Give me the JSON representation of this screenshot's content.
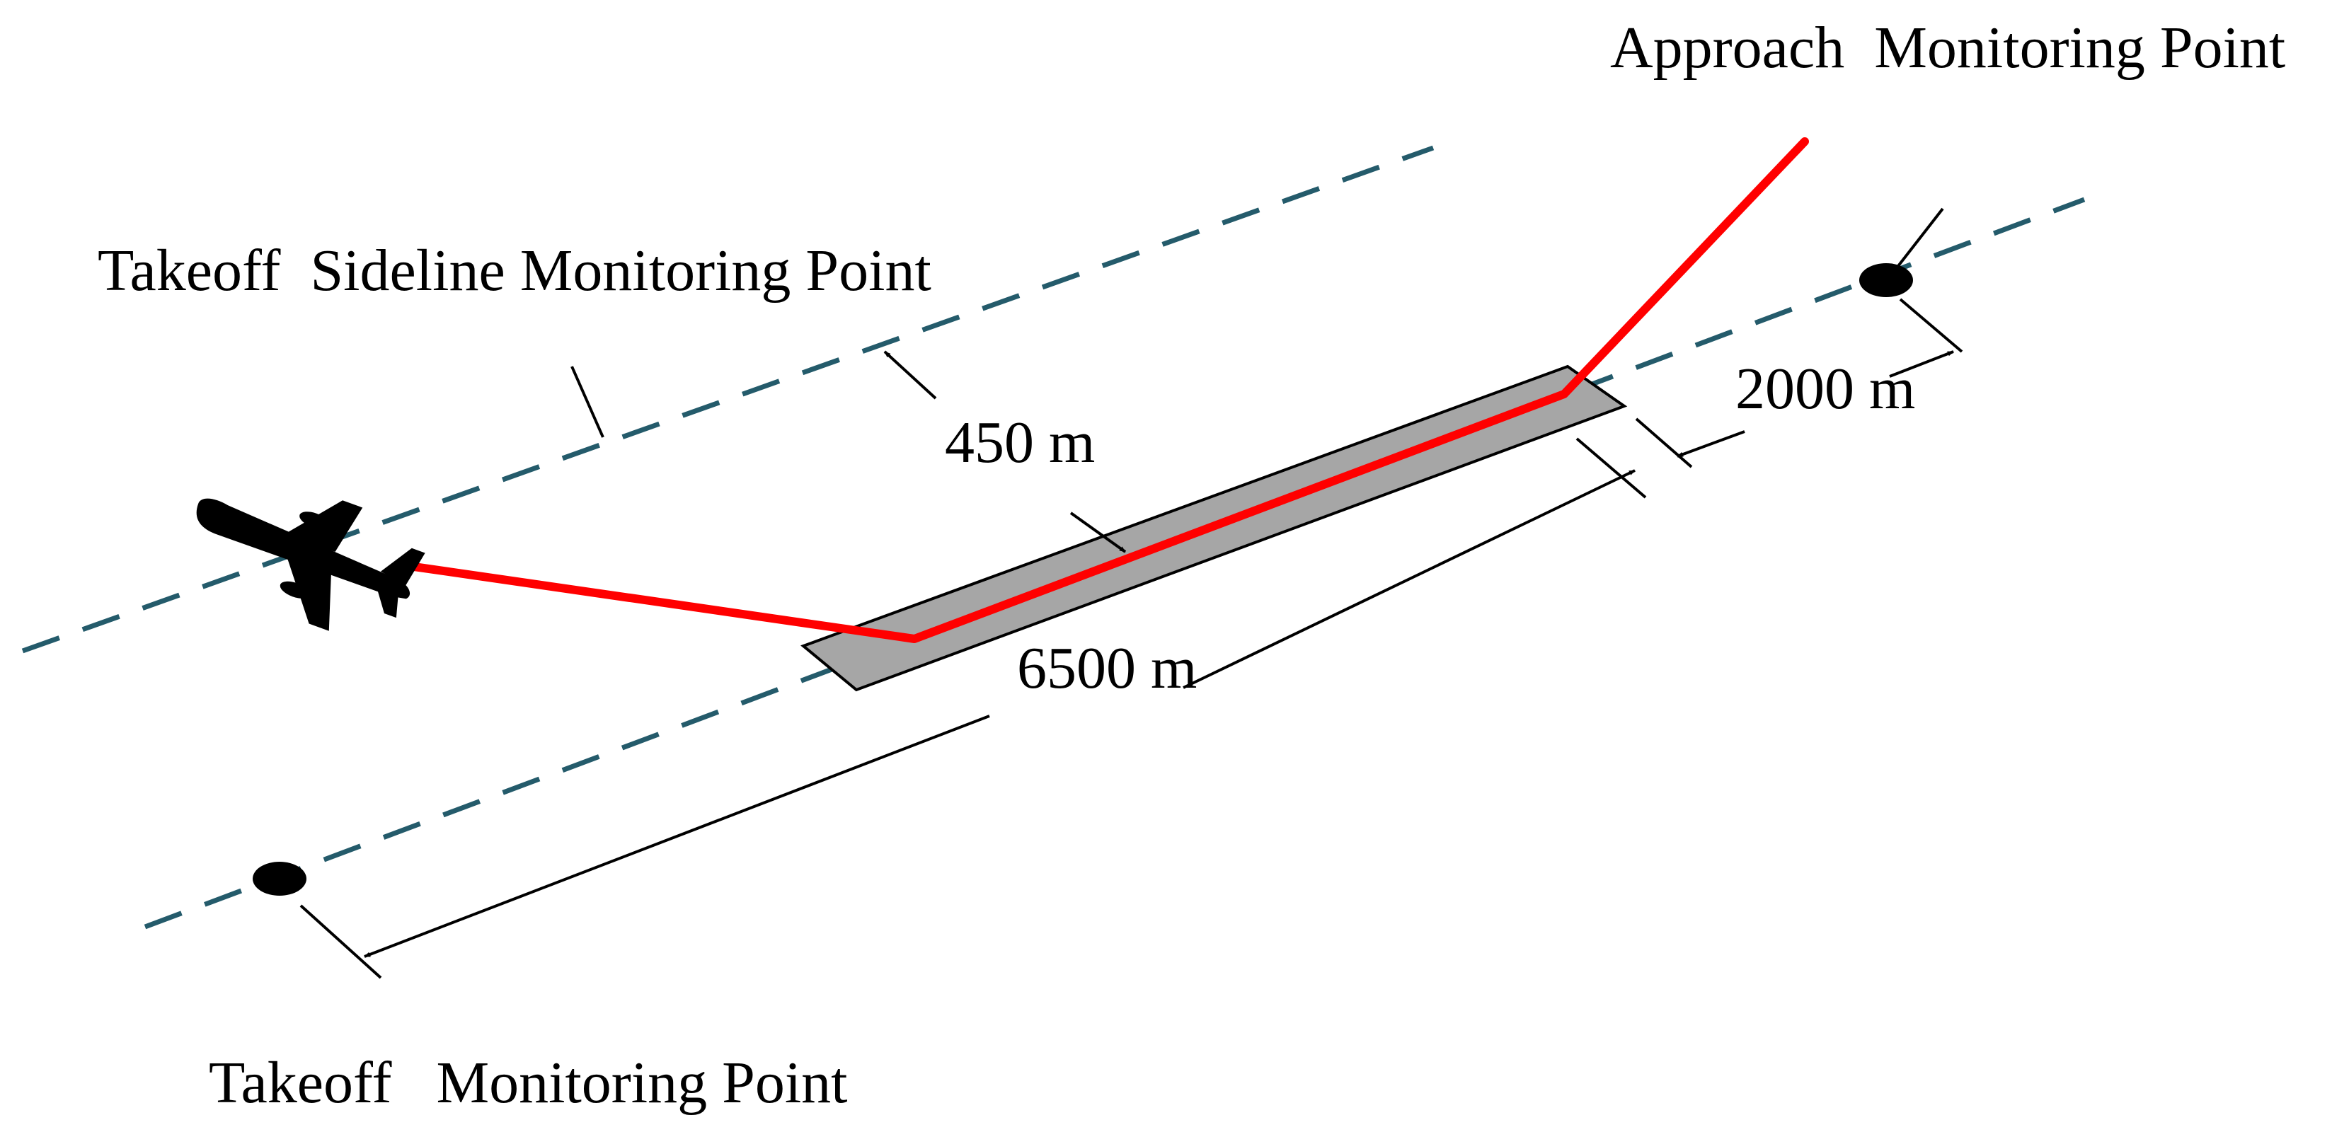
{
  "labels": {
    "approach_point": "Approach  Monitoring Point",
    "sideline_point": "Takeoff  Sideline Monitoring Point",
    "takeoff_point": "Takeoff   Monitoring Point",
    "dim_450": "450 m",
    "dim_2000": "2000 m",
    "dim_6500": "6500 m"
  },
  "colors": {
    "flight_path": "#ff0000",
    "centerline": "#245b6b",
    "runway": "#a6a6a6",
    "ink": "#000000"
  },
  "icons": {
    "aircraft": "airplane-icon",
    "monitoring_point": "filled-ellipse"
  }
}
